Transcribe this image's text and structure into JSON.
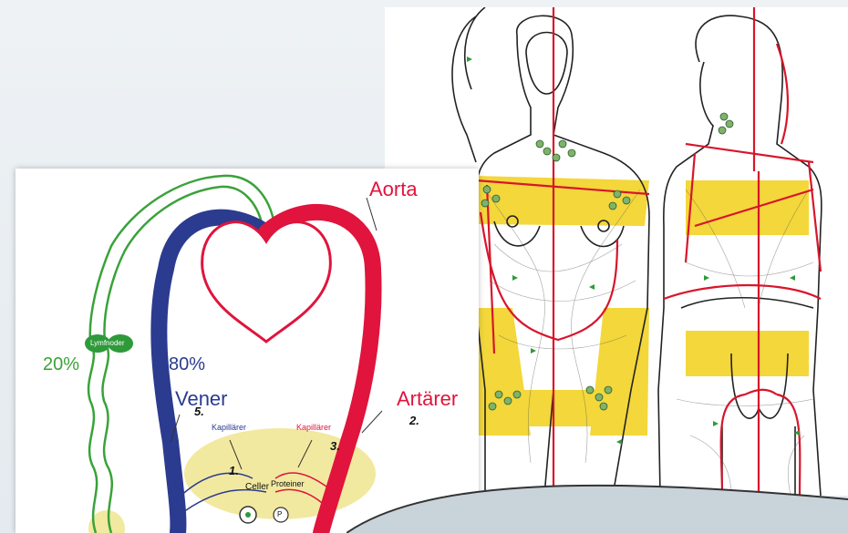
{
  "circulation_diagram": {
    "aorta": "Aorta",
    "arteries": "Artärer",
    "veins": "Vener",
    "lymph_nodes": "Lymfnoder",
    "lymph_percent": "20%",
    "vein_percent": "80%",
    "capillaries_left": "Kapillärer",
    "capillaries_right": "Kapillärer",
    "cells": "Celler",
    "proteins": "Proteiner",
    "protein_marker": "P",
    "step_1": "1.",
    "step_2": "2.",
    "step_3": "3.",
    "step_5": "5."
  },
  "colors": {
    "artery": "#e0143c",
    "vein": "#2b3b8f",
    "lymph": "#3aa23a",
    "node": "#2e9a3a",
    "tissue": "#f2e9a0",
    "highlight": "#f0d020"
  }
}
